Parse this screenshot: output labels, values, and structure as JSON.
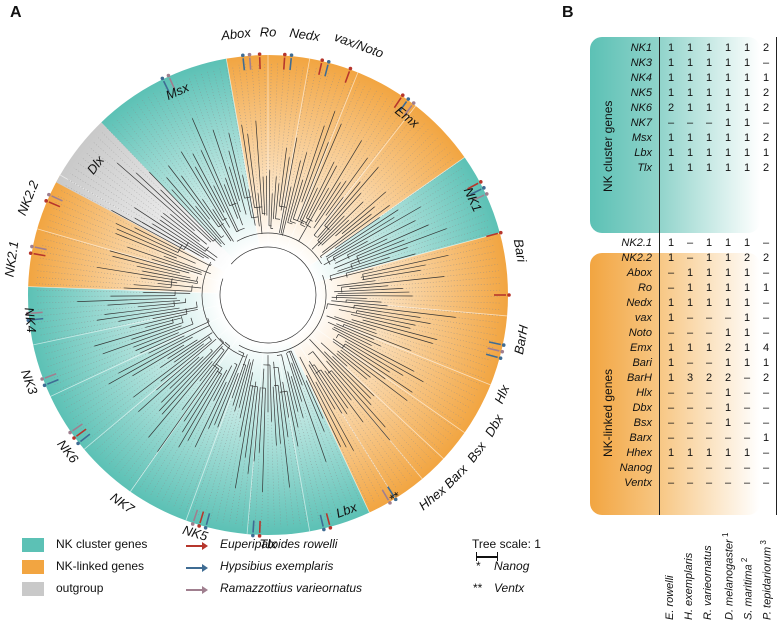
{
  "panels": {
    "a": "A",
    "b": "B"
  },
  "colors": {
    "nk_cluster": "#5cc1b5",
    "nk_linked": "#f2a541",
    "outgroup": "#c9c9c9",
    "rowelli": "#b6362c",
    "exemplaris": "#3f6c93",
    "varieornatus": "#a07f8f"
  },
  "tree_labels": {
    "Dlx": "Dlx",
    "Msx": "Msx",
    "Abox": "Abox",
    "Ro": "Ro",
    "Nedx": "Nedx",
    "vax_noto": "vax/Noto",
    "Emx": "Emx",
    "NK1": "NK1",
    "Bari": "Bari",
    "BarH": "BarH",
    "Hlx": "Hlx",
    "Dbx": "Dbx",
    "Bsx": "Bsx",
    "Barx": "Barx",
    "Hhex": "Hhex",
    "stars": "**",
    "Lbx": "Lbx",
    "Tlx": "Tlx",
    "NK5": "NK5",
    "NK7": "NK7",
    "NK6": "NK6",
    "NK3": "NK3",
    "NK4": "NK4",
    "NK2_1": "NK2.1",
    "NK2_2": "NK2.2"
  },
  "legend": {
    "nk_cluster": "NK cluster genes",
    "nk_linked": "NK-linked genes",
    "outgroup": "outgroup",
    "sp1": "Euperipatoides rowelli",
    "sp2": "Hypsibius exemplaris",
    "sp3": "Ramazzottius varieornatus",
    "scale_title": "Tree scale: 1",
    "scale_tick": "1",
    "nanog_mark": "*",
    "nanog": "Nanog",
    "ventx_mark": "**",
    "ventx": "Ventx"
  },
  "table": {
    "group1_label": "NK cluster genes",
    "group2_label": "NK-linked genes",
    "columns": [
      "E. rowelli",
      "H. exemplaris",
      "R. varieornatus",
      "D. melanogaster",
      "S. maritima",
      "P. tepidariorum"
    ],
    "column_sups": [
      "",
      "",
      "",
      "1",
      "2",
      "3"
    ],
    "group1": [
      {
        "gene": "NK1",
        "v": [
          "1",
          "1",
          "1",
          "1",
          "1",
          "2"
        ]
      },
      {
        "gene": "NK3",
        "v": [
          "1",
          "1",
          "1",
          "1",
          "1",
          "–"
        ]
      },
      {
        "gene": "NK4",
        "v": [
          "1",
          "1",
          "1",
          "1",
          "1",
          "1"
        ]
      },
      {
        "gene": "NK5",
        "v": [
          "1",
          "1",
          "1",
          "1",
          "1",
          "2"
        ]
      },
      {
        "gene": "NK6",
        "v": [
          "2",
          "1",
          "1",
          "1",
          "1",
          "2"
        ]
      },
      {
        "gene": "NK7",
        "v": [
          "–",
          "–",
          "–",
          "1",
          "1",
          "–"
        ]
      },
      {
        "gene": "Msx",
        "v": [
          "1",
          "1",
          "1",
          "1",
          "1",
          "2"
        ]
      },
      {
        "gene": "Lbx",
        "v": [
          "1",
          "1",
          "1",
          "1",
          "1",
          "1"
        ]
      },
      {
        "gene": "Tlx",
        "v": [
          "1",
          "1",
          "1",
          "1",
          "1",
          "2"
        ]
      }
    ],
    "group2": [
      {
        "gene": "NK2.1",
        "v": [
          "1",
          "–",
          "1",
          "1",
          "1",
          "–"
        ]
      },
      {
        "gene": "NK2.2",
        "v": [
          "1",
          "–",
          "1",
          "1",
          "2",
          "2"
        ]
      },
      {
        "gene": "Abox",
        "v": [
          "–",
          "1",
          "1",
          "1",
          "1",
          "–"
        ]
      },
      {
        "gene": "Ro",
        "v": [
          "–",
          "1",
          "1",
          "1",
          "1",
          "1"
        ]
      },
      {
        "gene": "Nedx",
        "v": [
          "1",
          "1",
          "1",
          "1",
          "1",
          "–"
        ]
      },
      {
        "gene": "vax",
        "v": [
          "1",
          "–",
          "–",
          "–",
          "1",
          "–"
        ]
      },
      {
        "gene": "Noto",
        "v": [
          "–",
          "–",
          "–",
          "1",
          "1",
          "–"
        ]
      },
      {
        "gene": "Emx",
        "v": [
          "1",
          "1",
          "1",
          "2",
          "1",
          "4"
        ]
      },
      {
        "gene": "Bari",
        "v": [
          "1",
          "–",
          "–",
          "1",
          "1",
          "1"
        ]
      },
      {
        "gene": "BarH",
        "v": [
          "1",
          "3",
          "2",
          "2",
          "–",
          "2"
        ]
      },
      {
        "gene": "Hlx",
        "v": [
          "–",
          "–",
          "–",
          "1",
          "–",
          "–"
        ]
      },
      {
        "gene": "Dbx",
        "v": [
          "–",
          "–",
          "–",
          "1",
          "–",
          "–"
        ]
      },
      {
        "gene": "Bsx",
        "v": [
          "–",
          "–",
          "–",
          "1",
          "–",
          "–"
        ]
      },
      {
        "gene": "Barx",
        "v": [
          "–",
          "–",
          "–",
          "–",
          "–",
          "1"
        ]
      },
      {
        "gene": "Hhex",
        "v": [
          "1",
          "1",
          "1",
          "1",
          "1",
          "–"
        ]
      },
      {
        "gene": "Nanog",
        "v": [
          "–",
          "–",
          "–",
          "–",
          "–",
          "–"
        ]
      },
      {
        "gene": "Ventx",
        "v": [
          "–",
          "–",
          "–",
          "–",
          "–",
          "–"
        ]
      }
    ]
  }
}
